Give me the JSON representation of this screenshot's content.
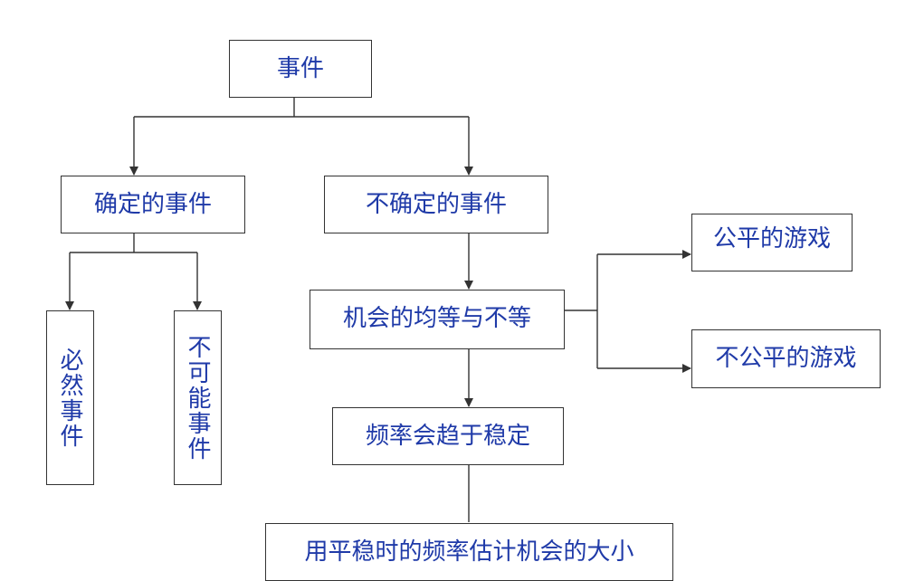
{
  "diagram": {
    "colors": {
      "text": "#1f3aa8",
      "line": "#333333"
    },
    "nodes": {
      "event": "事件",
      "certain": "确定的事件",
      "uncertain": "不确定的事件",
      "inevitable": "必然事件",
      "impossible": "不可能事件",
      "chance": "机会的均等与不等",
      "fair": "公平的游戏",
      "unfair": "不公平的游戏",
      "stable": "频率会趋于稳定",
      "estimate": "用平稳时的频率估计机会的大小"
    }
  }
}
